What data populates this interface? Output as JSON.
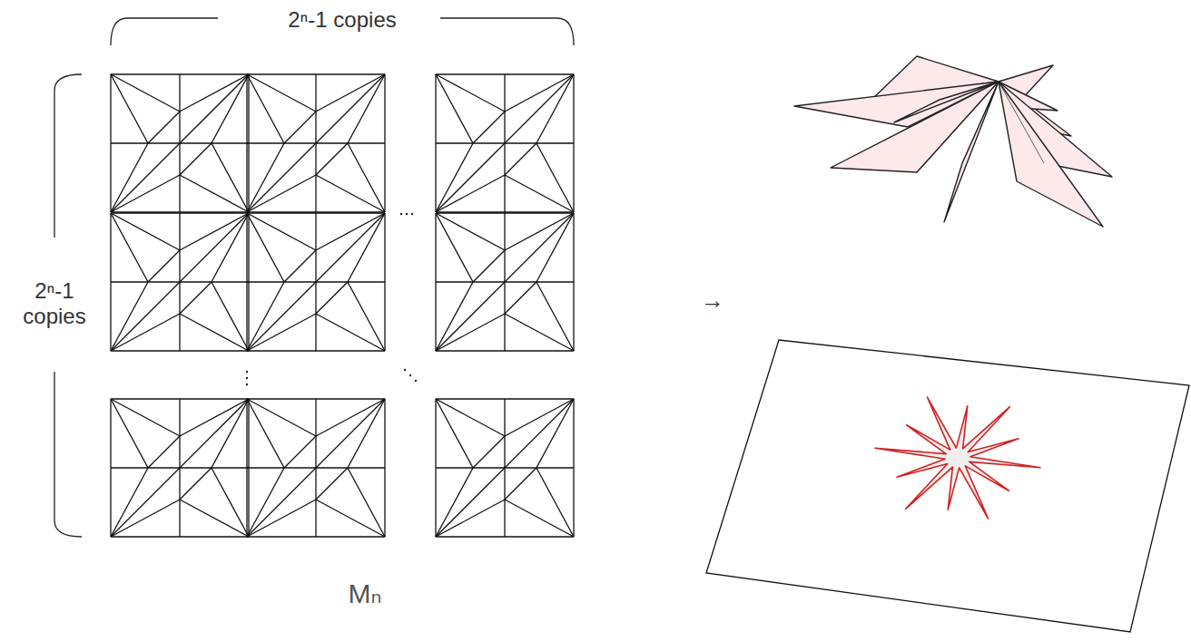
{
  "diagram": {
    "labels": [
      "2ⁿ-1 copies",
      "2ⁿ-1 copies",
      "Mₙ",
      "→"
    ]
  }
}
